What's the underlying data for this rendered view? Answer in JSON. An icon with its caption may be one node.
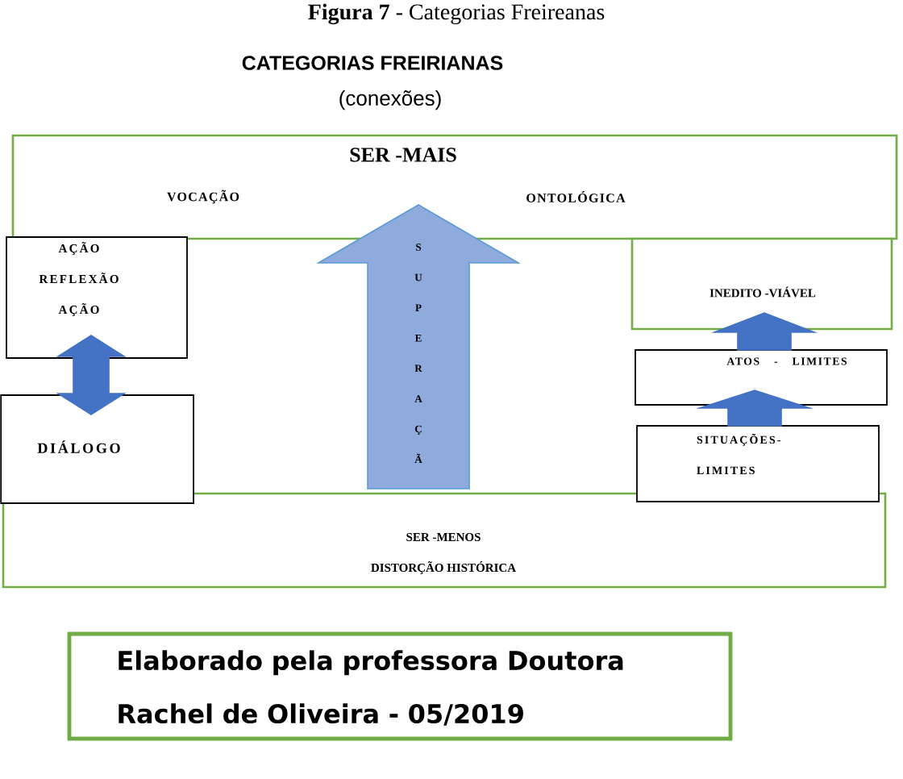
{
  "diagram": {
    "title": "CATEGORIAS FREIRIANAS",
    "caption": "**Figura 7** - Categorias Freireanas",
    "nodes": [
      {
        "text": [
          "SER -MAIS",
          "VOCAÇÃO",
          "ONTOLÓGICA"
        ]
      },
      {
        "text": [
          "AÇÃO REFLEXÃO AÇÃO"
        ]
      },
      {
        "text": [
          "INEDITO -VIÁVEL"
        ]
      },
      {
        "text": [
          "ATOS - LIMITES"
        ]
      },
      {
        "text": [
          "DIÁLOGO"
        ]
      },
      {
        "text": [
          "SITUAÇÕES- LIMITES"
        ]
      },
      {
        "text": [
          "SER -MENOS",
          "DISTORÇÃO HISTÓRICA"
        ]
      },
      {
        "text": [
          "Elaborado pela professora Doutora Rachel de Oliveira - 05/2019"
        ]
      }
    ],
    "edges": [
      {
        "from": 6,
        "to": 0,
        "arrow": "to",
        "label": "S U P E R A Ç Ã",
        "color": "#8faadc"
      },
      {
        "from": 1,
        "to": 4,
        "arrow": "both"
      },
      {
        "from": 5,
        "to": 3,
        "arrow": "to"
      },
      {
        "from": 3,
        "to": 2,
        "arrow": "to"
      }
    ],
    "labels": [
      "(conexões)"
    ]
  }
}
